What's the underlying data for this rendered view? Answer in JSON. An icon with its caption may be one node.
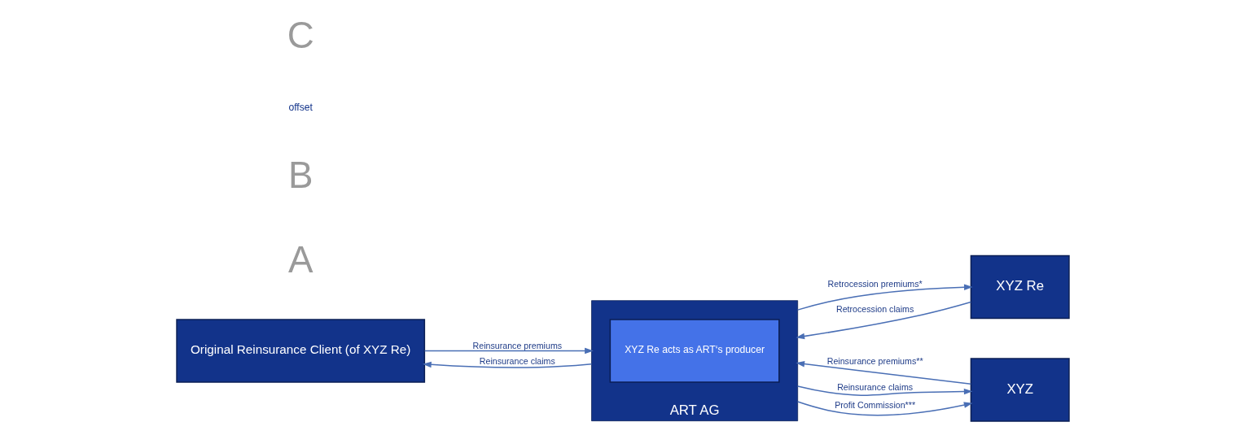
{
  "diagram": {
    "nodes": [
      {
        "text": [
          "Original Reinsurance Client (of XYZ Re)"
        ]
      },
      {
        "text": [
          "ART AG"
        ]
      },
      {
        "text": [
          "XYZ Re acts as ART‘s producer"
        ],
        "in": 1
      },
      {
        "text": [
          "XYZ Re"
        ]
      },
      {
        "text": [
          "XYZ"
        ]
      }
    ],
    "edges": [
      {
        "from": 0,
        "to": 1,
        "arrow": "to",
        "label": "Reinsurance premiums"
      },
      {
        "from": 1,
        "to": 0,
        "arrow": "to",
        "label": "Reinsurance claims"
      },
      {
        "from": 1,
        "to": 3,
        "arrow": "to",
        "label": "Retrocession premiums*"
      },
      {
        "from": 3,
        "to": 1,
        "arrow": "to",
        "label": "Retrocession claims"
      },
      {
        "from": 4,
        "to": 1,
        "arrow": "to",
        "label": "Reinsurance premiums**"
      },
      {
        "from": 1,
        "to": 4,
        "arrow": "to",
        "label": "Reinsurance claims"
      },
      {
        "from": 1,
        "to": 4,
        "arrow": "to",
        "label": "Profit Commission***"
      }
    ],
    "labels": [
      "A",
      "B",
      "offset",
      "C"
    ]
  }
}
